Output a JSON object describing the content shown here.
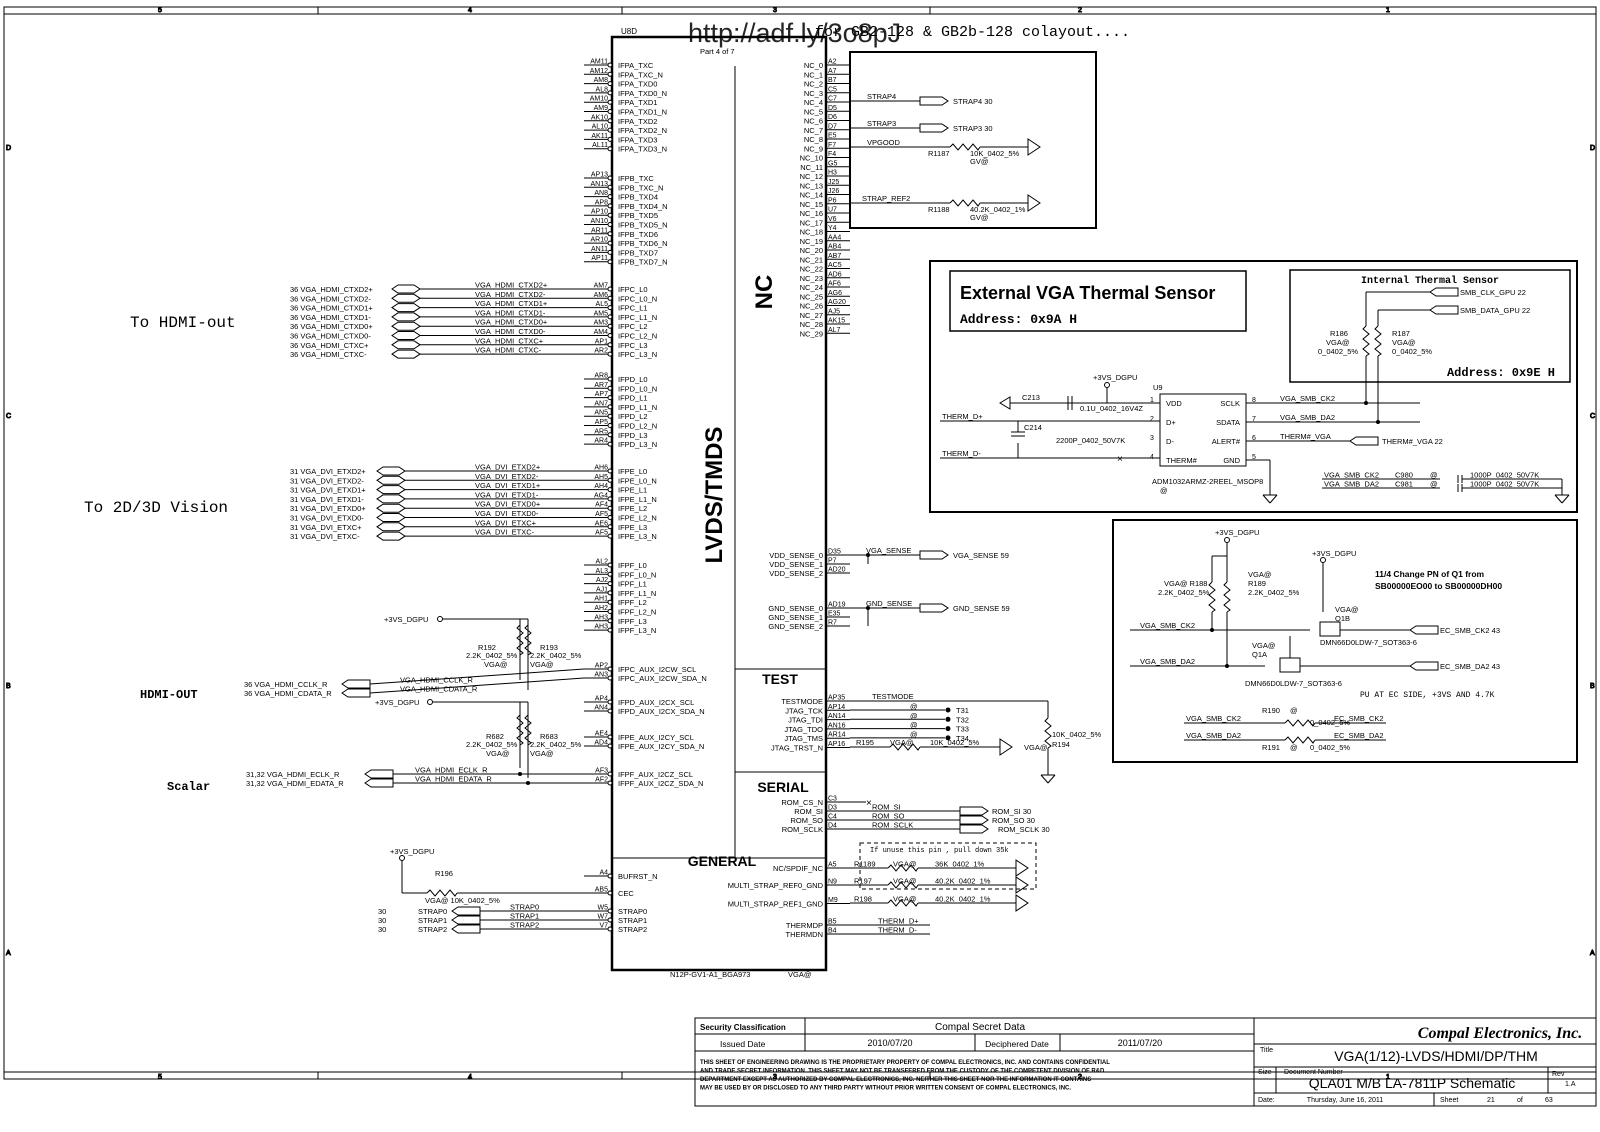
{
  "header_note": "for GB2-128 & GB2b-128 colayout....",
  "watermark_url": "http://adf.ly/3o8pJ",
  "grid_numbers": {
    "top": [
      "5",
      "4",
      "3",
      "2",
      "1"
    ],
    "bottom": [
      "5",
      "4",
      "3",
      "2",
      "1"
    ],
    "side": [
      "D",
      "C",
      "B",
      "A"
    ]
  },
  "chip": {
    "ref": "U8D",
    "part": "Part 4 of 7",
    "package": "N12P-GV1-A1_BGA973",
    "option": "VGA@",
    "sections": {
      "nc": "NC",
      "lvds": "LVDS/TMDS",
      "test": "TEST",
      "serial": "SERIAL",
      "general": "GENERAL"
    },
    "ifpa": [
      [
        "AM11",
        "IFPA_TXC"
      ],
      [
        "AM12",
        "IFPA_TXC_N"
      ],
      [
        "AM8",
        "IFPA_TXD0"
      ],
      [
        "AL8",
        "IFPA_TXD0_N"
      ],
      [
        "AM10",
        "IFPA_TXD1"
      ],
      [
        "AM9",
        "IFPA_TXD1_N"
      ],
      [
        "AK10",
        "IFPA_TXD2"
      ],
      [
        "AL10",
        "IFPA_TXD2_N"
      ],
      [
        "AK11",
        "IFPA_TXD3"
      ],
      [
        "AL11",
        "IFPA_TXD3_N"
      ]
    ],
    "ifpb": [
      [
        "AP13",
        "IFPB_TXC"
      ],
      [
        "AN13",
        "IFPB_TXC_N"
      ],
      [
        "AN8",
        "IFPB_TXD4"
      ],
      [
        "AP8",
        "IFPB_TXD4_N"
      ],
      [
        "AP10",
        "IFPB_TXD5"
      ],
      [
        "AN10",
        "IFPB_TXD5_N"
      ],
      [
        "AR11",
        "IFPB_TXD6"
      ],
      [
        "AR10",
        "IFPB_TXD6_N"
      ],
      [
        "AN11",
        "IFPB_TXD7"
      ],
      [
        "AP11",
        "IFPB_TXD7_N"
      ]
    ],
    "ifpc": [
      [
        "AM7",
        "IFPC_L0",
        "VGA_HDMI_CTXD2+"
      ],
      [
        "AM6",
        "IFPC_L0_N",
        "VGA_HDMI_CTXD2-"
      ],
      [
        "AL5",
        "IFPC_L1",
        "VGA_HDMI_CTXD1+"
      ],
      [
        "AM5",
        "IFPC_L1_N",
        "VGA_HDMI_CTXD1-"
      ],
      [
        "AM3",
        "IFPC_L2",
        "VGA_HDMI_CTXD0+"
      ],
      [
        "AM4",
        "IFPC_L2_N",
        "VGA_HDMI_CTXD0-"
      ],
      [
        "AP1",
        "IFPC_L3",
        "VGA_HDMI_CTXC+"
      ],
      [
        "AR2",
        "IFPC_L3_N",
        "VGA_HDMI_CTXC-"
      ]
    ],
    "ifpd": [
      [
        "AR8",
        "IFPD_L0"
      ],
      [
        "AR7",
        "IFPD_L0_N"
      ],
      [
        "AP7",
        "IFPD_L1"
      ],
      [
        "AN7",
        "IFPD_L1_N"
      ],
      [
        "AN5",
        "IFPD_L2"
      ],
      [
        "AP5",
        "IFPD_L2_N"
      ],
      [
        "AR5",
        "IFPD_L3"
      ],
      [
        "AR4",
        "IFPD_L3_N"
      ]
    ],
    "ifpe": [
      [
        "AH6",
        "IFPE_L0",
        "VGA_DVI_ETXD2+"
      ],
      [
        "AH5",
        "IFPE_L0_N",
        "VGA_DVI_ETXD2-"
      ],
      [
        "AH4",
        "IFPE_L1",
        "VGA_DVI_ETXD1+"
      ],
      [
        "AG4",
        "IFPE_L1_N",
        "VGA_DVI_ETXD1-"
      ],
      [
        "AF4",
        "IFPE_L2",
        "VGA_DVI_ETXD0+"
      ],
      [
        "AF5",
        "IFPE_L2_N",
        "VGA_DVI_ETXD0-"
      ],
      [
        "AE6",
        "IFPE_L3",
        "VGA_DVI_ETXC+"
      ],
      [
        "AF5",
        "IFPE_L3_N",
        "VGA_DVI_ETXC-"
      ]
    ],
    "ifpf": [
      [
        "AL2",
        "IFPF_L0"
      ],
      [
        "AL3",
        "IFPF_L0_N"
      ],
      [
        "AJ2",
        "IFPF_L1"
      ],
      [
        "AJ1",
        "IFPF_L1_N"
      ],
      [
        "AH1",
        "IFPF_L2"
      ],
      [
        "AH2",
        "IFPF_L2_N"
      ],
      [
        "AH3",
        "IFPF_L3"
      ],
      [
        "AH3",
        "IFPF_L3_N"
      ]
    ],
    "aux": [
      [
        "AP2",
        "IFPC_AUX_I2CW_SCL",
        ""
      ],
      [
        "AN3",
        "IFPC_AUX_I2CW_SDA_N",
        ""
      ],
      [
        "AP4",
        "IFPD_AUX_I2CX_SCL",
        ""
      ],
      [
        "AN4",
        "IFPD_AUX_I2CX_SDA_N",
        ""
      ],
      [
        "AE4",
        "IFPE_AUX_I2CY_SCL",
        ""
      ],
      [
        "AD4",
        "IFPE_AUX_I2CY_SDA_N",
        ""
      ],
      [
        "AF3",
        "IFPF_AUX_I2CZ_SCL",
        "VGA_HDMI_ECLK_R"
      ],
      [
        "AF2",
        "IFPF_AUX_I2CZ_SDA_N",
        "VGA_HDMI_EDATA_R"
      ]
    ],
    "general_left": [
      [
        "A4",
        "BUFRST_N"
      ],
      [
        "AB5",
        "CEC"
      ],
      [
        "W5",
        "STRAP0"
      ],
      [
        "W7",
        "STRAP1"
      ],
      [
        "V7",
        "STRAP2"
      ]
    ],
    "nc": [
      [
        "A2",
        "NC_0"
      ],
      [
        "A7",
        "NC_1"
      ],
      [
        "B7",
        "NC_2"
      ],
      [
        "C5",
        "NC_3"
      ],
      [
        "C7",
        "NC_4"
      ],
      [
        "D5",
        "NC_5"
      ],
      [
        "D6",
        "NC_6"
      ],
      [
        "D7",
        "NC_7"
      ],
      [
        "E5",
        "NC_8"
      ],
      [
        "F7",
        "NC_9"
      ],
      [
        "F4",
        "NC_10"
      ],
      [
        "G5",
        "NC_11"
      ],
      [
        "H3",
        "NC_12"
      ],
      [
        "J25",
        "NC_13"
      ],
      [
        "J26",
        "NC_14"
      ],
      [
        "P6",
        "NC_15"
      ],
      [
        "U7",
        "NC_16"
      ],
      [
        "V6",
        "NC_17"
      ],
      [
        "Y4",
        "NC_18"
      ],
      [
        "AA4",
        "NC_19"
      ],
      [
        "AB4",
        "NC_20"
      ],
      [
        "AB7",
        "NC_21"
      ],
      [
        "AC5",
        "NC_22"
      ],
      [
        "AD6",
        "NC_23"
      ],
      [
        "AF6",
        "NC_24"
      ],
      [
        "AG6",
        "NC_25"
      ],
      [
        "AG20",
        "NC_26"
      ],
      [
        "AJ5",
        "NC_27"
      ],
      [
        "AK15",
        "NC_28"
      ],
      [
        "AL7",
        "NC_29"
      ]
    ],
    "sense": [
      [
        "D35",
        "VDD_SENSE_0"
      ],
      [
        "P7",
        "VDD_SENSE_1"
      ],
      [
        "AD20",
        "VDD_SENSE_2"
      ],
      [
        "AD19",
        "GND_SENSE_0"
      ],
      [
        "E35",
        "GND_SENSE_1"
      ],
      [
        "R7",
        "GND_SENSE_2"
      ]
    ],
    "test": [
      [
        "AP35",
        "TESTMODE"
      ],
      [
        "AP14",
        "JTAG_TCK"
      ],
      [
        "AN14",
        "JTAG_TDI"
      ],
      [
        "AN16",
        "JTAG_TDO"
      ],
      [
        "AR14",
        "JTAG_TMS"
      ],
      [
        "AP16",
        "JTAG_TRST_N"
      ]
    ],
    "serial": [
      [
        "C3",
        "ROM_CS_N"
      ],
      [
        "D3",
        "ROM_SI"
      ],
      [
        "C4",
        "ROM_SO"
      ],
      [
        "D4",
        "ROM_SCLK"
      ]
    ],
    "general_right": [
      [
        "A5",
        "NC/SPDIF_NC"
      ],
      [
        "N9",
        "MULTI_STRAP_REF0_GND"
      ],
      [
        "M9",
        "MULTI_STRAP_REF1_GND"
      ],
      [
        "B5",
        "THERMDP"
      ],
      [
        "B4",
        "THERMDN"
      ]
    ]
  },
  "hdmi_group": {
    "label": "To HDMI-out",
    "nets": [
      "36  VGA_HDMI_CTXD2+",
      "36  VGA_HDMI_CTXD2-",
      "36  VGA_HDMI_CTXD1+",
      "36  VGA_HDMI_CTXD1-",
      "36  VGA_HDMI_CTXD0+",
      "36  VGA_HDMI_CTXD0-",
      "36  VGA_HDMI_CTXC+",
      "36  VGA_HDMI_CTXC-"
    ]
  },
  "dvi_group": {
    "label": "To 2D/3D Vision",
    "nets": [
      "31  VGA_DVI_ETXD2+",
      "31  VGA_DVI_ETXD2-",
      "31  VGA_DVI_ETXD1+",
      "31  VGA_DVI_ETXD1-",
      "31  VGA_DVI_ETXD0+",
      "31  VGA_DVI_ETXD0-",
      "31  VGA_DVI_ETXC+",
      "31  VGA_DVI_ETXC-"
    ]
  },
  "hdmi_out": {
    "label": "HDMI-OUT",
    "nets": [
      "36  VGA_HDMI_CCLK_R",
      "36  VGA_HDMI_CDATA_R"
    ],
    "wires": [
      "VGA_HDMI_CCLK_R",
      "VGA_HDMI_CDATA_R"
    ],
    "pwr": "+3VS_DGPU"
  },
  "scalar": {
    "label": "Scalar",
    "nets": [
      "31,32  VGA_HDMI_ECLK_R",
      "31,32  VGA_HDMI_EDATA_R"
    ]
  },
  "pullups": {
    "pwr": "+3VS_DGPU",
    "r192": [
      "R192",
      "2.2K_0402_5%",
      "VGA@"
    ],
    "r193": [
      "R193",
      "2.2K_0402_5%",
      "VGA@"
    ],
    "r682": [
      "R682",
      "2.2K_0402_5%",
      "VGA@"
    ],
    "r683": [
      "R683",
      "2.2K_0402_5%",
      "VGA@"
    ]
  },
  "r196": {
    "pwr": "+3VS_DGPU",
    "ref": "R196",
    "val": "10K_0402_5%",
    "opt": "VGA@"
  },
  "straps_left": [
    [
      "30",
      "STRAP0",
      "STRAP0"
    ],
    [
      "30",
      "STRAP1",
      "STRAP1"
    ],
    [
      "30",
      "STRAP2",
      "STRAP2"
    ]
  ],
  "strap_box": {
    "strap4": [
      "STRAP4",
      "STRAP4",
      "30"
    ],
    "strap3": [
      "STRAP3",
      "STRAP3",
      "30"
    ],
    "vpgood": [
      "VPGOOD",
      "R1187",
      "10K_0402_5%",
      "GV@"
    ],
    "strapref": [
      "STRAP_REF2",
      "R1188",
      "40.2K_0402_1%",
      "GV@"
    ]
  },
  "sense_nets": {
    "vga": [
      "VGA_SENSE",
      "VGA_SENSE",
      "59"
    ],
    "gnd": [
      "GND_SENSE",
      "GND_SENSE",
      "59"
    ]
  },
  "test_nets": {
    "testmode": "TESTMODE",
    "tps": [
      "T31",
      "T32",
      "T33",
      "T34"
    ],
    "r195": [
      "R195",
      "VGA@",
      "10K_0402_5%"
    ],
    "r194": [
      "VGA@",
      "10K_0402_5%",
      "R194"
    ]
  },
  "rom_nets": [
    [
      "ROM_SI",
      "ROM_SI",
      "30"
    ],
    [
      "ROM_SO",
      "ROM_SO",
      "30"
    ],
    [
      "ROM_SCLK",
      "ROM_SCLK",
      "30"
    ]
  ],
  "rom_note": "If unuse this pin , pull down 35k",
  "gen_res": [
    [
      "R1189",
      "VGA@",
      "36K_0402_1%"
    ],
    [
      "R197",
      "VGA@",
      "40.2K_0402_1%"
    ],
    [
      "R198",
      "VGA@",
      "40.2K_0402_1%"
    ]
  ],
  "therm_nets": [
    "THERM_D+",
    "THERM_D-"
  ],
  "thermal": {
    "title": "External VGA Thermal Sensor",
    "address": "Address: 0x9A H",
    "pwr": "+3VS_DGPU",
    "u9": "U9",
    "u9_part": "ADM1032ARMZ-2REEL_MSOP8",
    "u9_opt": "@",
    "pins_l": [
      [
        "1",
        "VDD"
      ],
      [
        "2",
        "D+"
      ],
      [
        "3",
        "D-"
      ],
      [
        "4",
        "THERM#"
      ]
    ],
    "pins_r": [
      [
        "8",
        "SCLK"
      ],
      [
        "7",
        "SDATA"
      ],
      [
        "6",
        "ALERT#"
      ],
      [
        "5",
        "GND"
      ]
    ],
    "c213": [
      "C213",
      "0.1U_0402_16V4Z"
    ],
    "c214": [
      "C214",
      "2200P_0402_50V7K"
    ],
    "nets": [
      "THERM_D+",
      "THERM_D-",
      "VGA_SMB_CK2",
      "VGA_SMB_DA2",
      "THERM#_VGA",
      "THERM#_VGA",
      "22"
    ],
    "caps": [
      [
        "VGA_SMB_CK2",
        "C980",
        "@",
        "1000P_0402_50V7K"
      ],
      [
        "VGA_SMB_DA2",
        "C981",
        "@",
        "1000P_0402_50V7K"
      ]
    ]
  },
  "internal": {
    "title": "Internal Thermal Sensor",
    "address": "Address: 0x9E H",
    "smb": [
      [
        "SMB_CLK_GPU",
        "22"
      ],
      [
        "SMB_DATA_GPU",
        "22"
      ]
    ],
    "r186": [
      "R186",
      "VGA@",
      "0_0402_5%"
    ],
    "r187": [
      "R187",
      "VGA@",
      "0_0402_5%"
    ]
  },
  "q_box": {
    "pwr1": "+3VS_DGPU",
    "pwr2": "+3VS_DGPU",
    "r188": [
      "VGA@ R188",
      "2.2K_0402_5%"
    ],
    "r189": [
      "VGA@",
      "R189",
      "2.2K_0402_5%"
    ],
    "note": [
      "11/4 Change PN of Q1 from",
      "SB00000EO00 to SB00000DH00"
    ],
    "q1b": [
      "VGA@",
      "Q1B"
    ],
    "q1a": [
      "VGA@",
      "Q1A"
    ],
    "part": "DMN66D0LDW-7_SOT363-6",
    "nets": [
      "VGA_SMB_CK2",
      "VGA_SMB_DA2"
    ],
    "ec": [
      [
        "EC_SMB_CK2",
        "43"
      ],
      [
        "EC_SMB_DA2",
        "43"
      ]
    ],
    "pu_note": "PU AT EC SIDE, +3VS AND 4.7K",
    "r190": [
      "VGA_SMB_CK2",
      "R190",
      "@",
      "0_0402_5%",
      "EC_SMB_CK2"
    ],
    "r191": [
      "VGA_SMB_DA2",
      "R191",
      "@",
      "0_0402_5%",
      "EC_SMB_DA2"
    ]
  },
  "title_block": {
    "security_label": "Security Classification",
    "security_value": "Compal Secret Data",
    "issued_label": "Issued Date",
    "issued_value": "2010/07/20",
    "deciphered_label": "Deciphered Date",
    "deciphered_value": "2011/07/20",
    "legal": [
      "THIS SHEET OF ENGINEERING DRAWING IS THE PROPRIETARY PROPERTY OF COMPAL ELECTRONICS, INC. AND CONTAINS CONFIDENTIAL",
      "AND TRADE SECRET INFORMATION. THIS SHEET MAY NOT BE TRANSFERED FROM THE CUSTODY OF THE COMPETENT DIVISION OF R&D",
      "DEPARTMENT EXCEPT AS AUTHORIZED BY COMPAL ELECTRONICS, INC. NEITHER THIS SHEET NOR THE INFORMATION IT CONTAINS",
      "MAY BE USED BY OR DISCLOSED TO ANY THIRD PARTY WITHOUT PRIOR WRITTEN CONSENT OF COMPAL ELECTRONICS, INC."
    ],
    "company": "Compal Electronics, Inc.",
    "title_label": "Title",
    "title_value": "VGA(1/12)-LVDS/HDMI/DP/THM",
    "size_label": "Size",
    "docnum_label": "Document Number",
    "docnum_value": "QLA01 M/B LA-7811P Schematic",
    "rev_label": "Rev",
    "rev_value": "1.A",
    "date_label": "Date:",
    "date_value": "Thursday, June 16, 2011",
    "sheet_label": "Sheet",
    "sheet_value": "21",
    "of_label": "of",
    "total_value": "63"
  }
}
